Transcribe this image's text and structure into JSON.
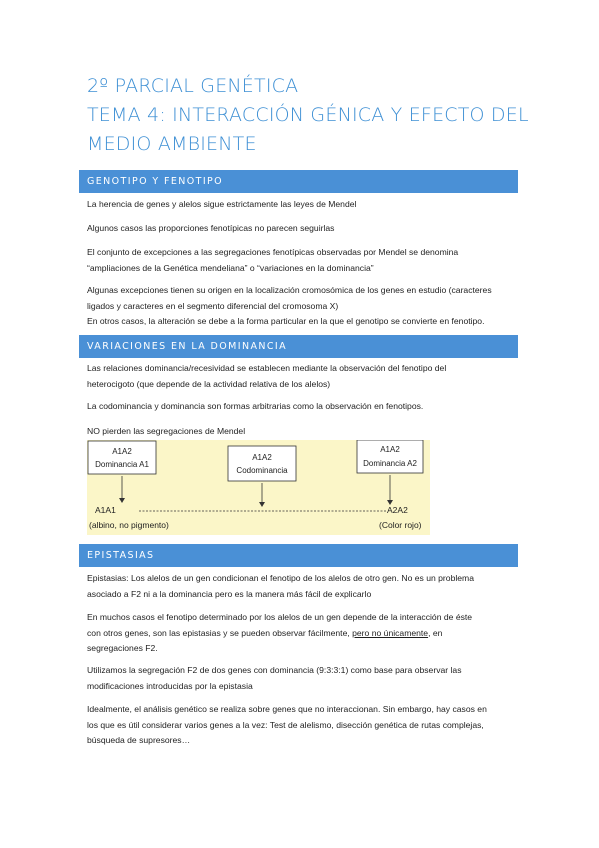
{
  "title": {
    "line1": "2º PARCIAL GENÉTICA",
    "line2": "TEMA 4: INTERACCIÓN GÉNICA Y EFECTO DEL",
    "line3": "MEDIO AMBIENTE"
  },
  "sections": {
    "genotipo": {
      "heading": "GENOTIPO Y FENOTIPO",
      "p1": "La herencia de genes y alelos sigue estrictamente las leyes de Mendel",
      "p2": "Algunos casos las proporciones fenotípicas no parecen seguirlas",
      "p3a": "El conjunto de excepciones a las segregaciones fenotípicas observadas por Mendel se denomina",
      "p3b": "“ampliaciones de la Genética mendeliana” o “variaciones en la dominancia”",
      "p4a": "Algunas excepciones tienen su origen en la localización cromosómica de los genes en estudio (caracteres",
      "p4b": "ligados y caracteres en el segmento diferencial del cromosoma X)",
      "p4c": "En otros casos, la alteración se debe a la forma particular en la que el genotipo se convierte en fenotipo."
    },
    "variaciones": {
      "heading": "VARIACIONES EN LA DOMINANCIA",
      "p1a": "Las relaciones dominancia/recesividad se establecen mediante la observación del fenotipo del",
      "p1b": "heterocigoto (que depende de la actividad relativa de los alelos)",
      "p2": "La codominancia y dominancia son formas arbitrarias como la observación en fenotipos.",
      "p3": "NO pierden las segregaciones de Mendel"
    },
    "epistasias": {
      "heading": "EPISTASIAS",
      "p1a": "Epistasias: Los alelos de un gen condicionan el fenotipo de los alelos de otro gen. No es un problema",
      "p1b": "asociado a F2 ni a la dominancia pero es la manera más fácil de explicarlo",
      "p2a": "En muchos casos el fenotipo determinado por los alelos de un gen depende de la interacción de éste",
      "p2b_pre": "con otros genes, son las epistasias y se pueden observar fácilmente, ",
      "p2b_ul": "pero no únicamente",
      "p2b_post": ", en",
      "p2c": "segregaciones F2.",
      "p3a": "Utilizamos la segregación F2 de dos genes con dominancia (9:3:3:1) como base para observar las",
      "p3b": "modificaciones introducidas por la epistasia",
      "p4a": "Idealmente, el análisis genético se realiza sobre genes que no interaccionan. Sin embargo, hay casos en",
      "p4b": "los que es útil considerar varios genes a la vez: Test de alelismo, disección genética de rutas complejas,",
      "p4c": "búsqueda de supresores…"
    }
  },
  "figure": {
    "box1_genotype": "A1A2",
    "box1_label": "Dominancia A1",
    "box2_genotype": "A1A2",
    "box2_label": "Codominancia",
    "box3_genotype": "A1A2",
    "box3_label": "Dominancia A2",
    "left_end": "A1A1",
    "right_end": "A2A2",
    "left_caption": "(albino, no pigmento)",
    "right_caption": "(Color rojo)"
  }
}
